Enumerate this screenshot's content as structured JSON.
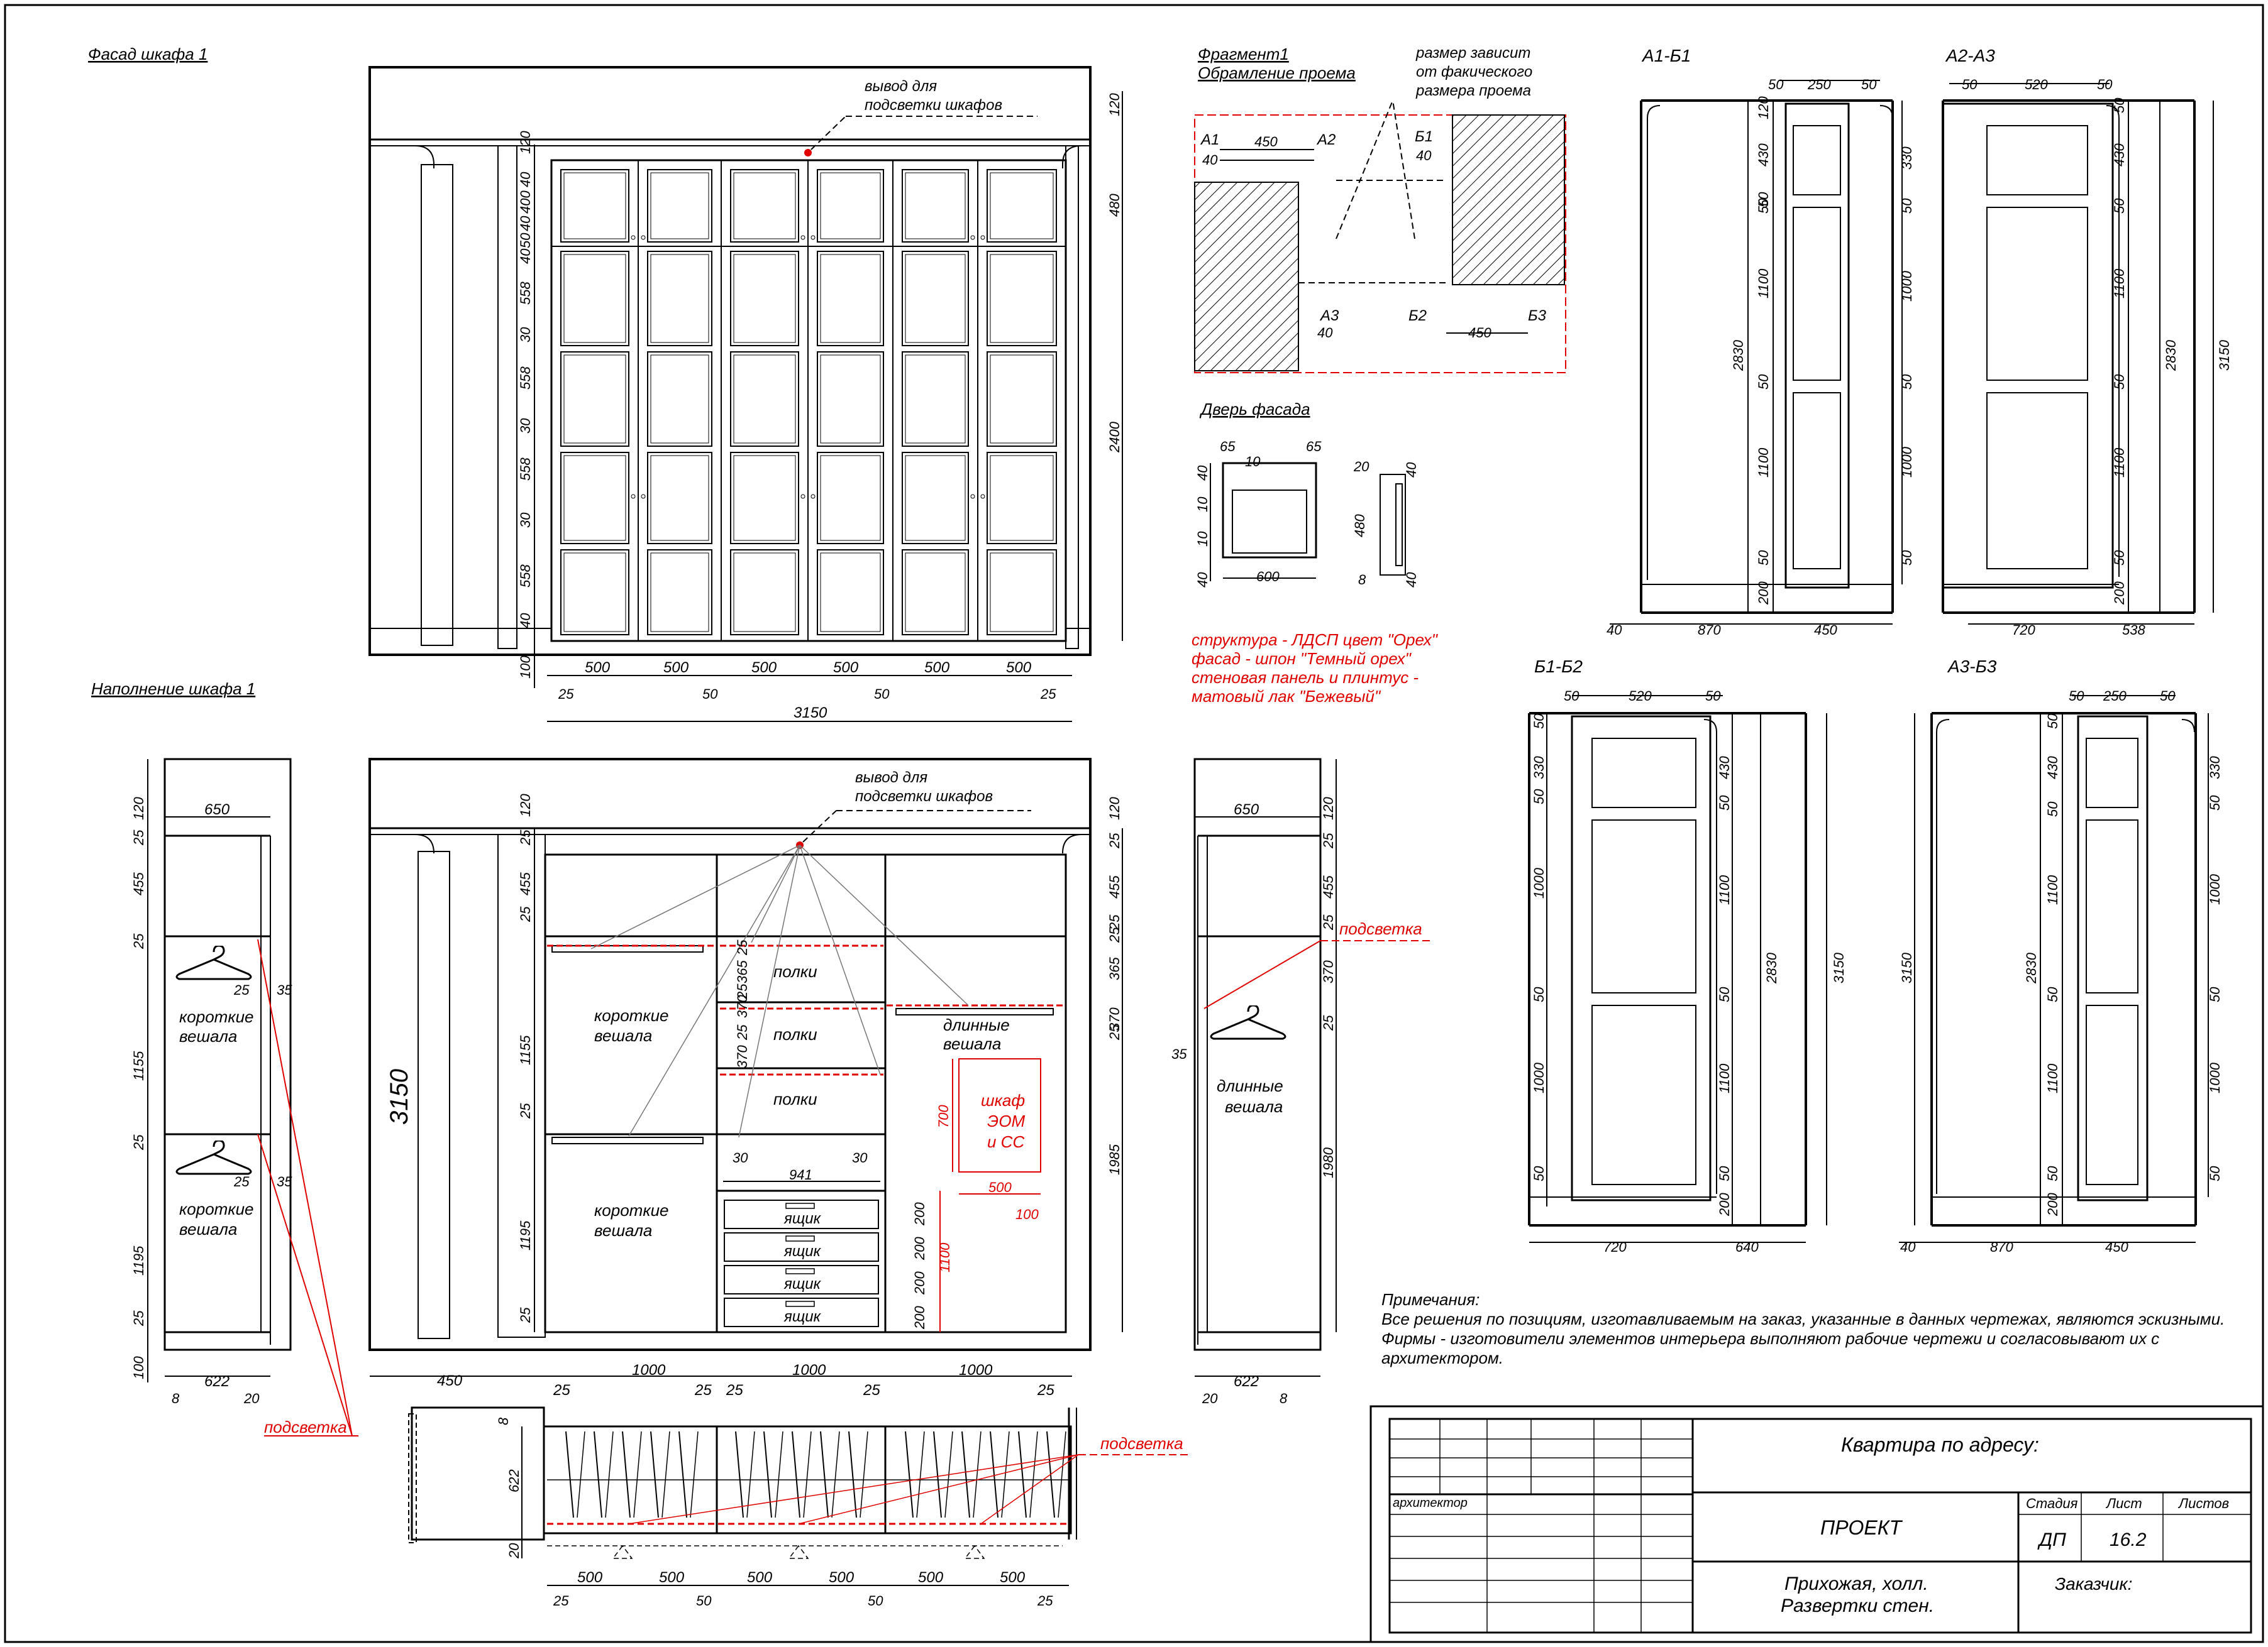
{
  "sheet": {
    "title_facade": "Фасад шкафа 1",
    "title_filling": "Наполнение шкафа 1",
    "title_fragment": "Фрагмент1",
    "title_fragment_sub": "Обрамление проема",
    "title_door": "Дверь фасада",
    "view_a1b1": "А1-Б1",
    "view_a2a3": "А2-А3",
    "view_b1b2": "Б1-Б2",
    "view_a3b3": "А3-Б3"
  },
  "facade": {
    "light_outlet_1": "вывод для",
    "light_outlet_2": "подсветки шкафов",
    "total_width": "3150",
    "column_widths": [
      "500",
      "500",
      "500",
      "500",
      "500",
      "500"
    ],
    "small_dims": [
      "25",
      "50",
      "50",
      "25"
    ],
    "height_dims_right": [
      "120",
      "480",
      "2400"
    ],
    "height_dims_left": [
      "120",
      "40",
      "400",
      "40",
      "50",
      "40",
      "558",
      "30",
      "558",
      "30",
      "558",
      "30",
      "558",
      "40",
      "100"
    ]
  },
  "filling": {
    "light_outlet_1": "вывод для",
    "light_outlet_2": "подсветки шкафов",
    "height_label": "3150",
    "shelves": [
      "полки",
      "полки",
      "полки"
    ],
    "short_hangers": "короткие вешала",
    "long_hangers": "длинные вешала",
    "drawer": "ящик",
    "cabinet_1": "шкаф",
    "cabinet_2": "ЭОМ",
    "cabinet_3": "и СС",
    "cabinet_dims": [
      "700",
      "500",
      "100",
      "1100"
    ],
    "inner_dims": [
      "941",
      "30",
      "30",
      "200",
      "200",
      "200",
      "200"
    ],
    "bottom_dims": [
      "450",
      "1000",
      "1000",
      "1000",
      "25",
      "25",
      "25",
      "25",
      "25"
    ],
    "left_dims": [
      "120",
      "25",
      "455",
      "25",
      "25",
      "365",
      "25",
      "370",
      "25",
      "370",
      "1155",
      "25",
      "1195",
      "25"
    ],
    "right_dims": [
      "120",
      "25",
      "455",
      "25",
      "365",
      "25",
      "370",
      "25",
      "1985"
    ],
    "backlight": "подсветка"
  },
  "side_left": {
    "width_top": "650",
    "width_bottom": "622",
    "small": [
      "8",
      "20"
    ],
    "dims": [
      "120",
      "25",
      "455",
      "25",
      "1155",
      "25",
      "1195",
      "25",
      "100"
    ],
    "hanger_dims": [
      "25",
      "35",
      "25",
      "35"
    ],
    "label": "короткие вешала",
    "backlight": "подсветка"
  },
  "side_right": {
    "width_top": "650",
    "width_bottom": "622",
    "small": [
      "20",
      "8"
    ],
    "dims": [
      "120",
      "25",
      "455",
      "25",
      "370",
      "25",
      "1980"
    ],
    "hanger_dims": [
      "35"
    ],
    "label": "длинные вешала",
    "backlight": "подсветка"
  },
  "plan": {
    "depth": "622",
    "small": [
      "8",
      "20"
    ],
    "widths": [
      "500",
      "500",
      "500",
      "500",
      "500",
      "500"
    ],
    "small_bottom": [
      "25",
      "50",
      "50",
      "25"
    ],
    "backlight": "подсветка"
  },
  "fragment": {
    "note_1": "размер зависит",
    "note_2": "от факического",
    "note_3": "размера проема",
    "labels": [
      "А1",
      "А2",
      "А3",
      "Б1",
      "Б2",
      "Б3"
    ],
    "dims": [
      "450",
      "40",
      "40",
      "40",
      "450"
    ]
  },
  "door": {
    "dims": [
      "65",
      "10",
      "65",
      "40",
      "10",
      "10",
      "40",
      "600",
      "20",
      "480",
      "40",
      "40",
      "8"
    ]
  },
  "materials": {
    "line_1": "структура - ЛДСП цвет \"Орех\"",
    "line_2": "фасад - шпон \"Темный орех\"",
    "line_3": "стеновая панель и плинтус -",
    "line_4": "матовый лак \"Бежевый\""
  },
  "views": {
    "a1b1": {
      "top": [
        "50",
        "250",
        "50"
      ],
      "heights": [
        "120",
        "50",
        "430",
        "50",
        "1100",
        "50",
        "1100",
        "50",
        "200"
      ],
      "right": [
        "330",
        "50",
        "1000",
        "50",
        "1000",
        "50"
      ],
      "total": "2830",
      "bottom": [
        "40",
        "870",
        "450"
      ]
    },
    "a2a3": {
      "top": [
        "50",
        "520",
        "50"
      ],
      "heights": [
        "50",
        "430",
        "50",
        "1100",
        "50",
        "1100",
        "50",
        "200"
      ],
      "total": "2830",
      "full": "3150",
      "bottom": [
        "720",
        "538"
      ]
    },
    "b1b2": {
      "top": [
        "50",
        "520",
        "50"
      ],
      "heights": [
        "50",
        "330",
        "50",
        "1000",
        "50",
        "1000",
        "50"
      ],
      "right": [
        "430",
        "50",
        "1100",
        "50",
        "1100",
        "50",
        "200"
      ],
      "total": "2830",
      "full": "3150",
      "bottom": [
        "720",
        "640"
      ]
    },
    "a3b3": {
      "top": [
        "50",
        "250",
        "50"
      ],
      "heights": [
        "50",
        "430",
        "50",
        "1100",
        "50",
        "1100",
        "50",
        "200"
      ],
      "right": [
        "330",
        "50",
        "1000",
        "50",
        "1000",
        "50"
      ],
      "total": "2830",
      "full": "3150",
      "bottom": [
        "40",
        "870",
        "450"
      ]
    }
  },
  "notes": {
    "title": "Примечания:",
    "line_1": "Все решения по позициям, изготавливаемым на заказ, указанные в данных чертежах, являются эскизными.",
    "line_2": "Фирмы - изготовители элементов интерьера выполняют рабочие чертежи и согласовывают их с",
    "line_3": "архитектором."
  },
  "title_block": {
    "address": "Квартира по адресу:",
    "architect": "архитектор",
    "project": "ПРОЕКТ",
    "stage_h": "Стадия",
    "sheet_h": "Лист",
    "sheets_h": "Листов",
    "stage": "ДП",
    "sheet": "16.2",
    "sheets": "",
    "drawing_1": "Прихожая, холл.",
    "drawing_2": "Развертки стен.",
    "customer": "Заказчик:"
  }
}
